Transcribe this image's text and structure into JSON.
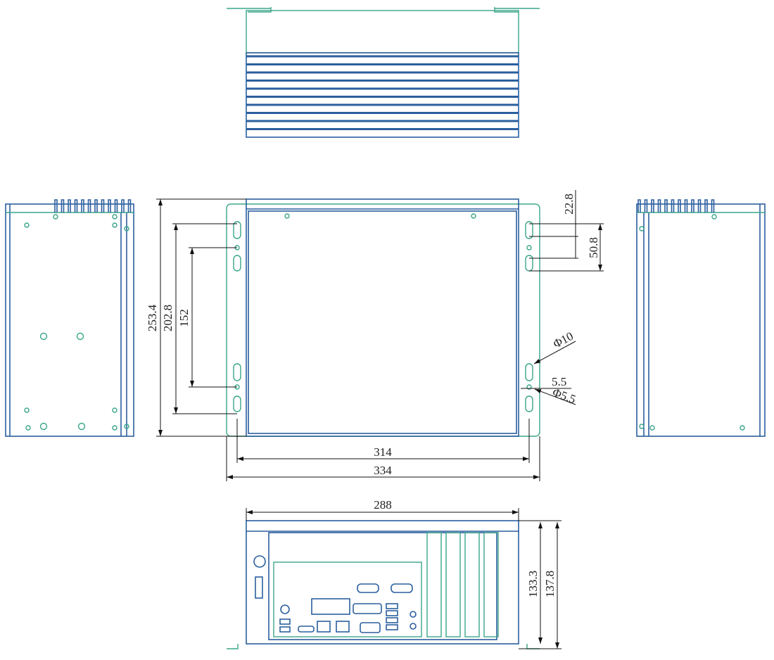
{
  "title": "Fanless industrial PC chassis dimension drawing",
  "colors": {
    "body": "#2b5f9e",
    "bracket": "#3aa58a",
    "dimension": "#111111"
  },
  "dimensions": {
    "overall_height": "253.4",
    "outer_hole_span": "202.8",
    "inner_hole_span": "152",
    "hole_pitch_upper": "22.8",
    "hole_pitch_lower": "50.8",
    "keyhole_diameter": "Φ10",
    "slot_width": "5.5",
    "small_hole_diameter": "Φ5.5",
    "hole_spacing_width": "314",
    "bracket_width": "334",
    "body_width": "288",
    "body_depth_inner": "133.3",
    "body_depth_outer": "137.8"
  }
}
